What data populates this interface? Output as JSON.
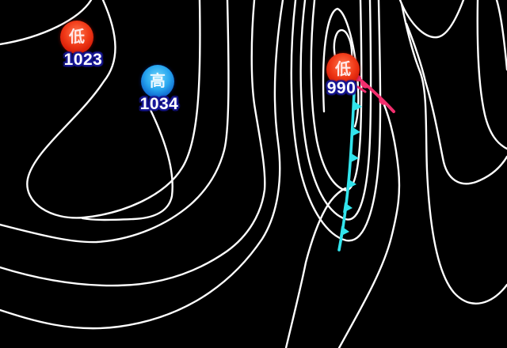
{
  "map": {
    "background_color": "#000000",
    "isobar_color": "#ffffff",
    "pressure_systems": [
      {
        "id": "low-west",
        "type": "low",
        "symbol": "低",
        "value": "1023",
        "marker_color": "#e8210d"
      },
      {
        "id": "high-central",
        "type": "high",
        "symbol": "高",
        "value": "1034",
        "marker_color": "#1e88e5"
      },
      {
        "id": "low-east",
        "type": "low",
        "symbol": "低",
        "value": "990",
        "marker_color": "#e8210d"
      }
    ],
    "fronts": [
      {
        "id": "cold-front",
        "type": "cold",
        "symbol_shape": "triangle-barbs",
        "color": "#32e4ec"
      },
      {
        "id": "warm-front",
        "type": "warm",
        "symbol_shape": "semicircle-bumps",
        "color": "#f22f6e"
      }
    ]
  }
}
